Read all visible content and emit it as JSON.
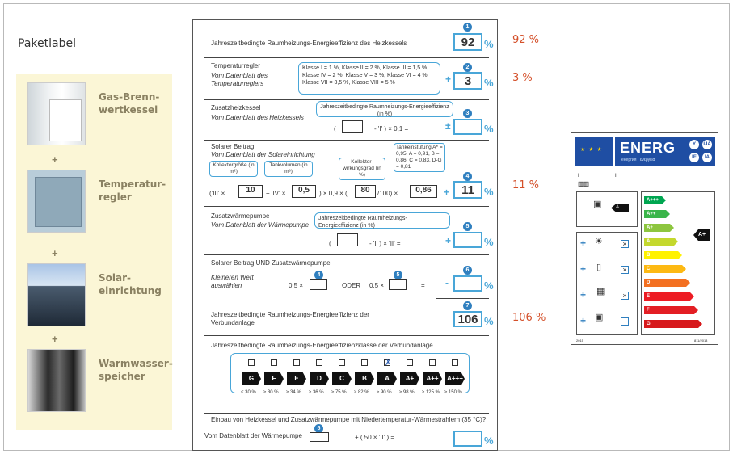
{
  "left": {
    "title": "Paketlabel",
    "components": [
      {
        "name": "Gas-Brenn-\nwertkessel",
        "icon": "boiler-image"
      },
      {
        "name": "Temperatur-\nregler",
        "icon": "thermostat-image"
      },
      {
        "name": "Solar-\neinrichtung",
        "icon": "solar-panel-image"
      },
      {
        "name": "Warmwasser-\nspeicher",
        "icon": "water-tank-image"
      }
    ],
    "plus": "+"
  },
  "doc": {
    "s1": {
      "label": "Jahreszeitbedingte Raumheizungs-Energieeffizienz des Heizkessels",
      "num": "1",
      "value": "92",
      "pct": "%"
    },
    "s2": {
      "label": "Temperaturregler",
      "sub": "Vom Datenblatt des Temperaturreglers",
      "info": "Klasse I = 1 %, Klasse II = 2 %, Klasse III = 1,5 %, Klasse IV = 2 %, Klasse V = 3 %, Klasse VI = 4 %, Klasse VII = 3,5 %, Klasse VIII = 5 %",
      "num": "2",
      "plus": "+",
      "value": "3",
      "pct": "%"
    },
    "s3": {
      "label": "Zusatzheizkessel",
      "sub": "Vom Datenblatt des Heizkessels",
      "info": "Jahreszeitbedingte Raumheizungs-Energieeffizienz (in %)",
      "formula_a": "(",
      "formula_b": "- 'I' ) × 0,1 =",
      "sign": "±",
      "num": "3",
      "pct": "%"
    },
    "s4": {
      "label": "Solarer Beitrag",
      "sub": "Vom Datenblatt der Solareinrichtung",
      "kollektorgroesse": "Kollektorgröße (in m²)",
      "tankvolumen": "Tankvolumen (in m³)",
      "wirkungsgrad": "Kollektor-wirkungsgrad (in %)",
      "tankeinstufung": "Tankeinstufung A* = 0,95, A = 0,91, B = 0,86, C = 0,83, D-G = 0,81",
      "f1": "('III' ×",
      "v1": "10",
      "f2": "+ 'IV' ×",
      "v2": "0,5",
      "f3": ") × 0,9 × (",
      "v3": "80",
      "f4": "/100) ×",
      "v4": "0,86",
      "plus": "+",
      "num": "4",
      "value": "11",
      "pct": "%"
    },
    "s5": {
      "label": "Zusatzwärmepumpe",
      "sub": "Vom Datenblatt der Wärmepumpe",
      "info": "Jahreszeitbedingte Raumheizungs-Energieeffizienz (in %)",
      "formula_a": "(",
      "formula_b": "- 'I' ) × 'II' =",
      "plus": "+",
      "num": "5",
      "pct": "%"
    },
    "s6": {
      "label": "Solarer Beitrag UND Zusatzwärmepumpe",
      "sub": "Kleineren Wert auswählen",
      "f1": "0,5 ×",
      "oder": "ODER",
      "f2": "0,5 ×",
      "eq": "=",
      "minus": "-",
      "num": "6",
      "pct": "%"
    },
    "s7": {
      "label": "Jahreszeitbedingte Raumheizungs-Energieeffizienz der Verbundanlage",
      "num": "7",
      "value": "106",
      "pct": "%"
    },
    "s8": {
      "label": "Jahreszeitbedingte Raumheizungs-Energieeffizienzklasse der Verbundanlage",
      "classes": [
        "G",
        "F",
        "E",
        "D",
        "C",
        "B",
        "A",
        "A+",
        "A++",
        "A+++"
      ],
      "thresholds": [
        "< 30 %",
        "≥ 30 %",
        "≥ 34 %",
        "≥ 36 %",
        "≥ 75 %",
        "≥ 82 %",
        "≥ 90 %",
        "≥ 98 %",
        "≥ 125 %",
        "≥ 150 %"
      ],
      "selected": "A"
    },
    "s9": {
      "label": "Einbau von Heizkessel und Zusatzwärmepumpe mit Niedertemperatur-Wärmestrahlern (35 °C)?",
      "sub": "Vom Datenblatt der Wärmepumpe",
      "formula": "+ ( 50 × 'II' ) =",
      "pct": "%"
    }
  },
  "annotations": {
    "a1": "92 %",
    "a2": "3 %",
    "a3": "11 %",
    "a4": "106 %"
  },
  "energy_label": {
    "title": "ENERG",
    "subtitle": "енергия · ενεργεια",
    "lang_badges": [
      "Y",
      "IJA",
      "IE",
      "IA"
    ],
    "roman": [
      "I",
      "II"
    ],
    "scale": [
      "A+++",
      "A++",
      "A+",
      "A",
      "B",
      "C",
      "D",
      "E",
      "F",
      "G"
    ],
    "colors": [
      "#00a651",
      "#3ab54a",
      "#8dc63f",
      "#c4d82e",
      "#fff200",
      "#fdb913",
      "#f37021",
      "#ed1c24",
      "#e31e24",
      "#d7191c"
    ],
    "class_left": "A",
    "class_result": "A+",
    "footer_left": "2015",
    "footer_right": "811/2013"
  }
}
